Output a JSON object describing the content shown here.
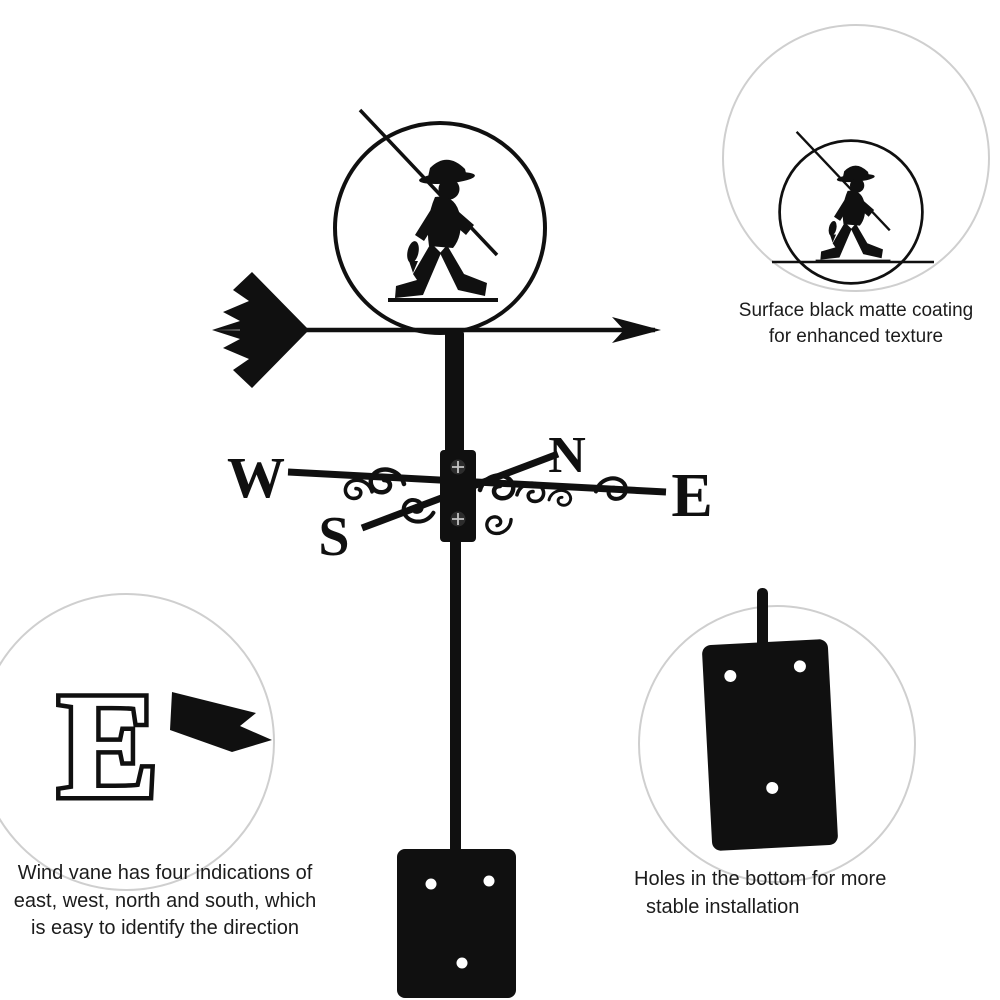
{
  "product": {
    "color": "#101010",
    "callout_ring_color": "#cfcfcf",
    "letters": {
      "west": "W",
      "north": "N",
      "east": "E",
      "south": "S"
    }
  },
  "callouts": {
    "coating": {
      "line1": "Surface black matte coating",
      "line2": "for enhanced texture"
    },
    "directions": {
      "line1": "Wind vane has four indications of",
      "line2": "east, west, north and south, which",
      "line3": "is easy to identify the direction"
    },
    "holes": {
      "line1": "Holes in the bottom for more",
      "line2": "stable installation"
    }
  }
}
